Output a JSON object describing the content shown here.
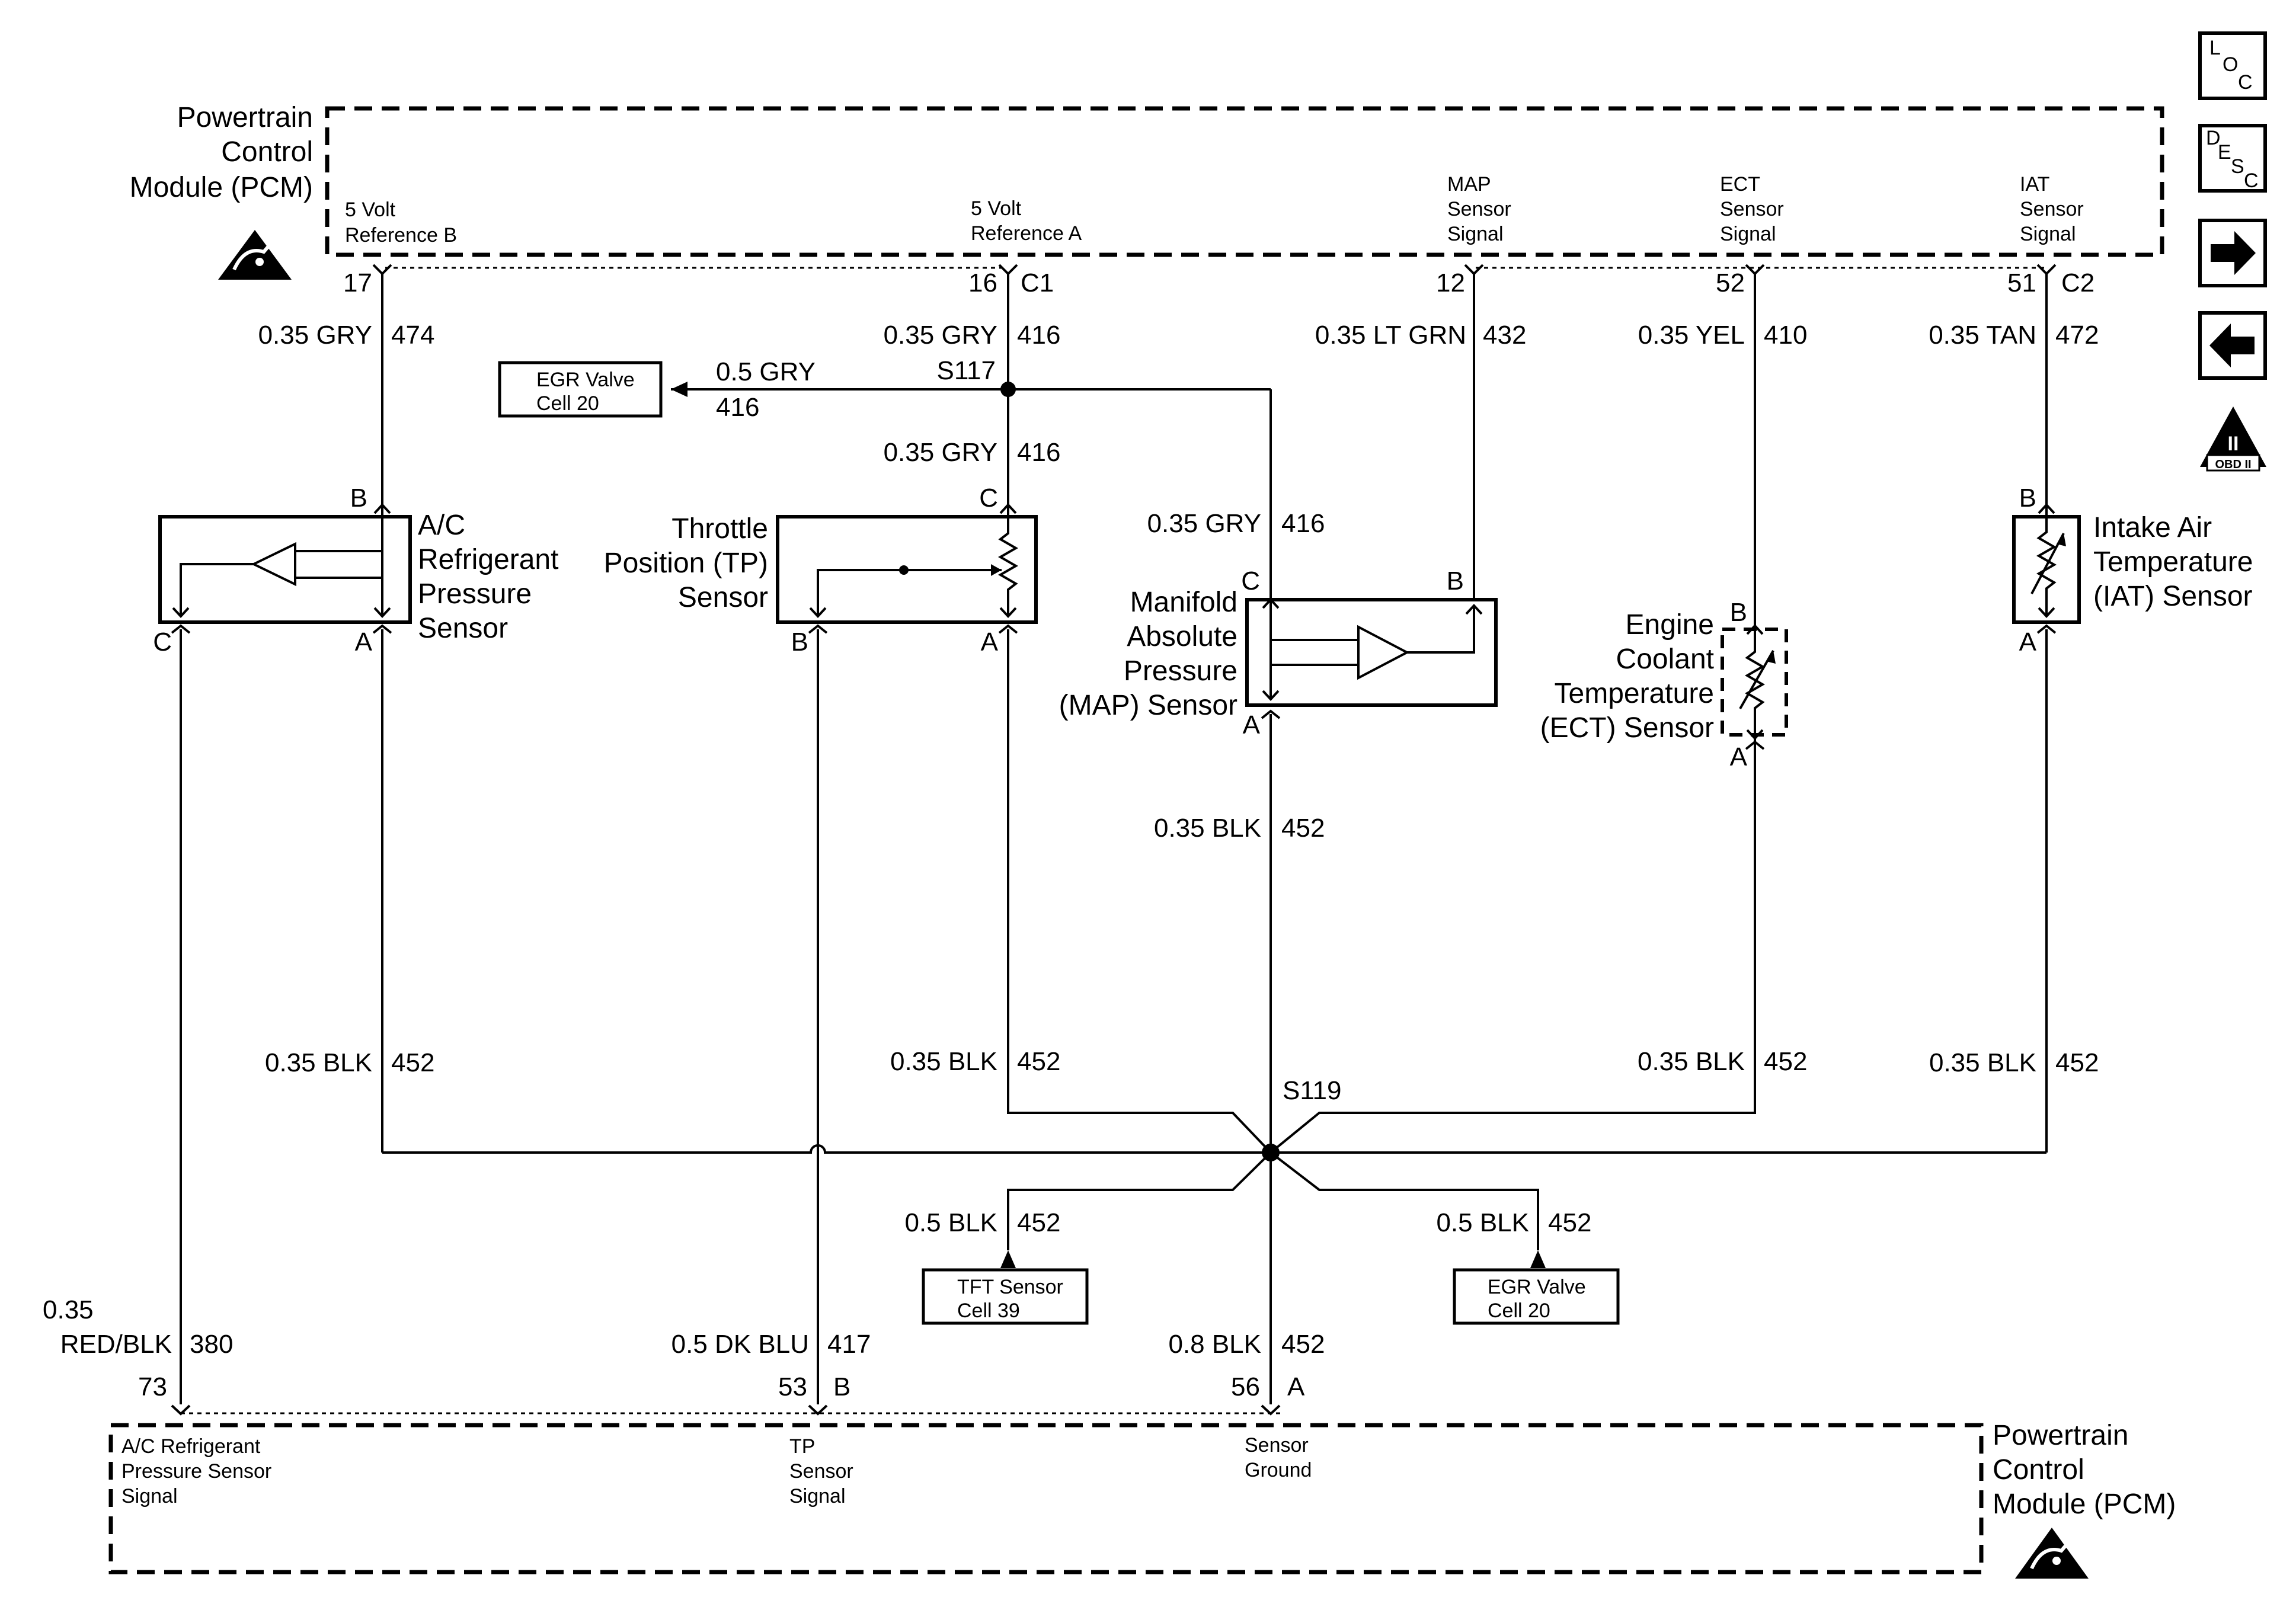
{
  "pcm_top": {
    "title_lines": [
      "Powertrain",
      "Control",
      "Module (PCM)"
    ],
    "circuits": {
      "ref_b": [
        "5 Volt",
        "Reference B"
      ],
      "ref_a": [
        "5 Volt",
        "Reference A"
      ],
      "map": [
        "MAP",
        "Sensor",
        "Signal"
      ],
      "ect": [
        "ECT",
        "Sensor",
        "Signal"
      ],
      "iat": [
        "IAT",
        "Sensor",
        "Signal"
      ]
    },
    "pins": {
      "ref_b": "17",
      "ref_a": "16",
      "connector_c1": "C1",
      "map": "12",
      "ect": "52",
      "iat": "51",
      "connector_c2": "C2"
    }
  },
  "pcm_bottom": {
    "title_lines": [
      "Powertrain",
      "Control",
      "Module (PCM)"
    ],
    "circuits": {
      "ac": [
        "A/C Refrigerant",
        "Pressure Sensor",
        "Signal"
      ],
      "tp": [
        "TP",
        "Sensor",
        "Signal"
      ],
      "gnd": [
        "Sensor",
        "Ground"
      ]
    },
    "pins": {
      "ac": "73",
      "tp": "53",
      "connector_b": "B",
      "gnd": "56",
      "connector_a": "A"
    }
  },
  "wires": {
    "ref_b": {
      "gauge": "0.35 GRY",
      "circuit": "474"
    },
    "ref_a": {
      "gauge": "0.35 GRY",
      "circuit": "416"
    },
    "egr_feed": {
      "gauge": "0.5 GRY",
      "circuit": "416"
    },
    "ref_a_tp": {
      "gauge": "0.35 GRY",
      "circuit": "416"
    },
    "ref_a_map": {
      "gauge": "0.35 GRY",
      "circuit": "416"
    },
    "map_sig": {
      "gauge": "0.35 LT GRN",
      "circuit": "432"
    },
    "ect_sig": {
      "gauge": "0.35 YEL",
      "circuit": "410"
    },
    "iat_sig": {
      "gauge": "0.35 TAN",
      "circuit": "472"
    },
    "map_gnd": {
      "gauge": "0.35 BLK",
      "circuit": "452"
    },
    "ac_gnd": {
      "gauge": "0.35 BLK",
      "circuit": "452"
    },
    "tp_gnd": {
      "gauge": "0.35 BLK",
      "circuit": "452"
    },
    "ect_gnd": {
      "gauge": "0.35 BLK",
      "circuit": "452"
    },
    "iat_gnd": {
      "gauge": "0.35 BLK",
      "circuit": "452"
    },
    "tft_gnd": {
      "gauge": "0.5 BLK",
      "circuit": "452"
    },
    "egr_gnd": {
      "gauge": "0.5 BLK",
      "circuit": "452"
    },
    "ac_sig": {
      "gauge_line1": "0.35",
      "gauge_line2": "RED/BLK",
      "circuit": "380"
    },
    "tp_sig": {
      "gauge": "0.5 DK BLU",
      "circuit": "417"
    },
    "pcm_gnd": {
      "gauge": "0.8 BLK",
      "circuit": "452"
    }
  },
  "splices": {
    "s117": "S117",
    "s119": "S119"
  },
  "refs": {
    "egr_top": [
      "EGR Valve",
      "Cell 20"
    ],
    "tft": [
      "TFT Sensor",
      "Cell 39"
    ],
    "egr_bottom": [
      "EGR Valve",
      "Cell 20"
    ]
  },
  "components": {
    "ac": {
      "name_lines": [
        "A/C",
        "Refrigerant",
        "Pressure",
        "Sensor"
      ],
      "pins": {
        "b": "B",
        "c": "C",
        "a": "A"
      }
    },
    "tp": {
      "name_lines": [
        "Throttle",
        "Position (TP)",
        "Sensor"
      ],
      "pins": {
        "c": "C",
        "b": "B",
        "a": "A"
      }
    },
    "map": {
      "name_lines": [
        "Manifold",
        "Absolute",
        "Pressure",
        "(MAP) Sensor"
      ],
      "pins": {
        "c": "C",
        "b": "B",
        "a": "A"
      }
    },
    "ect": {
      "name_lines": [
        "Engine",
        "Coolant",
        "Temperature",
        "(ECT) Sensor"
      ],
      "pins": {
        "b": "B",
        "a": "A"
      }
    },
    "iat": {
      "name_lines": [
        "Intake Air",
        "Temperature",
        "(IAT) Sensor"
      ],
      "pins": {
        "b": "B",
        "a": "A"
      }
    }
  },
  "side_buttons": {
    "loc": {
      "l": "L",
      "o": "O",
      "c": "C"
    },
    "desc": {
      "d": "D",
      "e": "E",
      "s": "S",
      "c": "C"
    },
    "next_icon": "right-arrow-icon",
    "prev_icon": "left-arrow-icon",
    "obd": {
      "numeral": "II",
      "label": "OBD II"
    }
  }
}
